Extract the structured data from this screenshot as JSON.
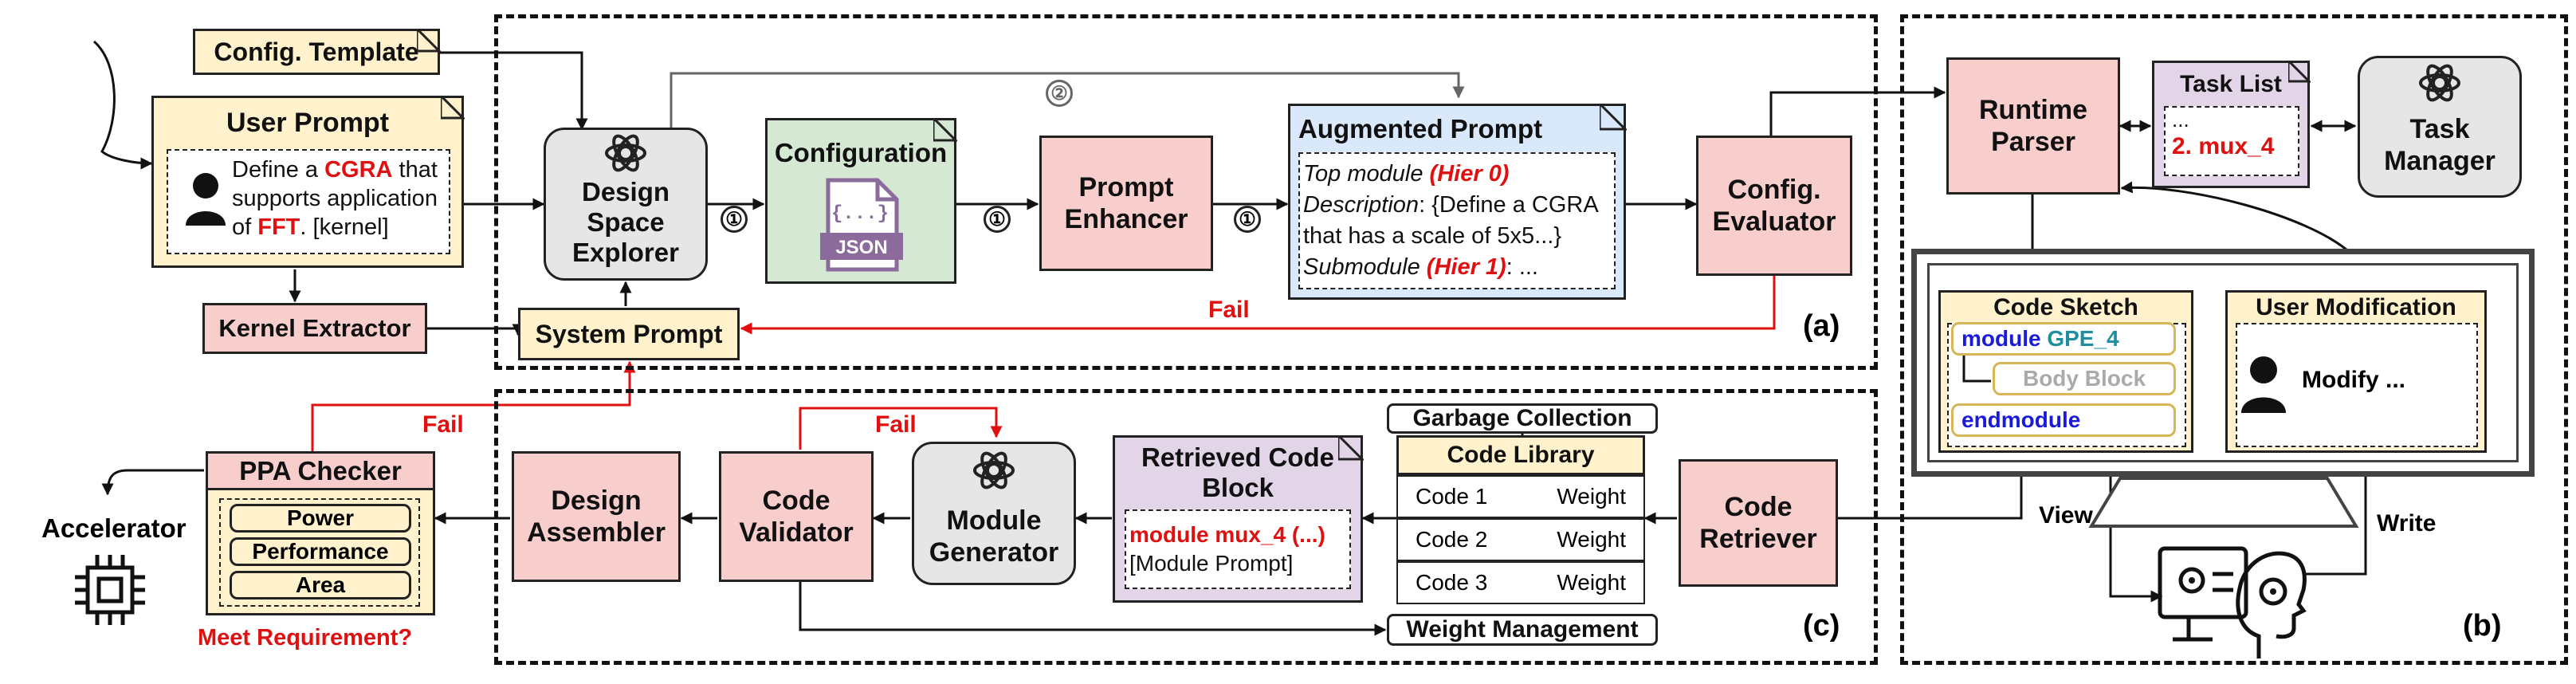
{
  "sections": {
    "a": "(a)",
    "b": "(b)",
    "c": "(c)"
  },
  "steps": {
    "one": "①",
    "two": "②"
  },
  "config_template": "Config. Template",
  "user_prompt": {
    "title": "User Prompt",
    "pre": "Define a ",
    "cgra": "CGRA",
    "mid": " that supports application of ",
    "fft": "FFT",
    "post": ". [kernel]"
  },
  "kernel_extractor": "Kernel Extractor",
  "system_prompt": "System Prompt",
  "dse": "Design Space Explorer",
  "configuration": {
    "title": "Configuration",
    "file": "JSON",
    "braces": "{...}"
  },
  "prompt_enhancer": "Prompt Enhancer",
  "augmented_prompt": {
    "title": "Augmented Prompt",
    "l1_a": "Top module ",
    "l1_b": "(Hier 0)",
    "l2_a": "Description",
    "l2_b": ": {Define a CGRA",
    "l3": "that has a scale of 5x5...}",
    "l4_a": "Submodule ",
    "l4_b": "(Hier 1)",
    "l4_c": ": ..."
  },
  "config_evaluator": "Config. Evaluator",
  "fail": "Fail",
  "runtime_parser": "Runtime Parser",
  "task_list": {
    "title": "Task List",
    "dots": "...",
    "item": "2. mux_4"
  },
  "task_manager": "Task Manager",
  "code_sketch": {
    "title": "Code Sketch",
    "module_kw": "module",
    "module_name": "GPE_4",
    "body": "Body Block",
    "end": "endmodule"
  },
  "user_modification": {
    "title": "User Modification",
    "modify": "Modify ..."
  },
  "view": "View",
  "write": "Write",
  "ppa_checker": {
    "title": "PPA Checker",
    "items": [
      "Power",
      "Performance",
      "Area"
    ],
    "meet": "Meet Requirement?"
  },
  "accelerator": "Accelerator",
  "design_assembler": "Design Assembler",
  "code_validator": "Code Validator",
  "module_generator": "Module Generator",
  "retrieved_block": {
    "title": "Retrieved Code Block",
    "code": "module mux_4 (...)",
    "note": "[Module Prompt]"
  },
  "garbage_collection": "Garbage Collection",
  "code_library": {
    "title": "Code Library",
    "rows": [
      {
        "code": "Code 1",
        "weight": "Weight"
      },
      {
        "code": "Code 2",
        "weight": "Weight"
      },
      {
        "code": "Code 3",
        "weight": "Weight"
      }
    ]
  },
  "weight_management": "Weight Management",
  "code_retriever": "Code Retriever",
  "colors": {
    "pink": "#f8cecc",
    "cream": "#fff2cc",
    "green": "#d5e8d4",
    "blue": "#dae8fc",
    "purple": "#e1d5e7",
    "gray": "#e6e6e6",
    "red": "#e01010"
  }
}
